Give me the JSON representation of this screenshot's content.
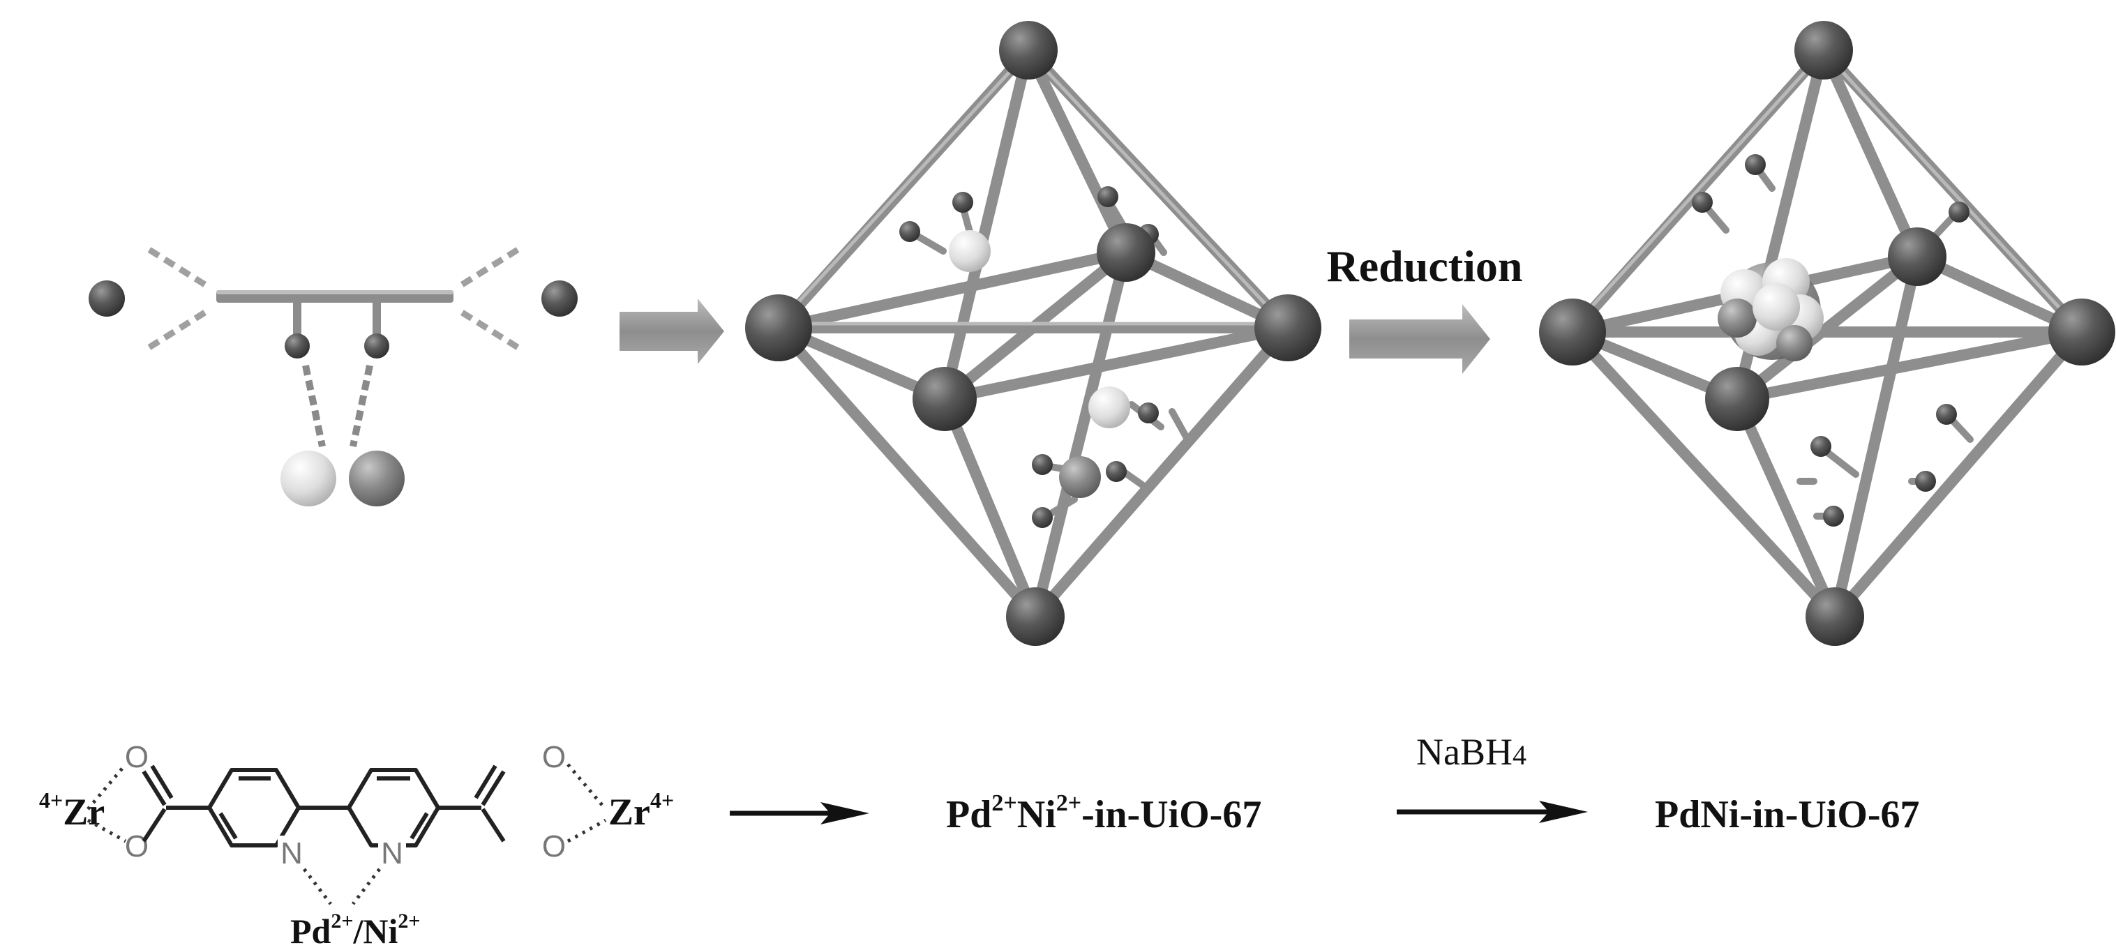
{
  "colors": {
    "rod": "#8c8c8c",
    "rod_light": "#b8b8b8",
    "node_dark": "#4e4e4e",
    "node_mid": "#7a7a7a",
    "ion_light": "#dcdcdc",
    "arrow_fill": "#9a9a9a",
    "text": "#111111",
    "hetero_atom": "#777777"
  },
  "scheme_top": {
    "step1_arrow": "right-arrow-icon",
    "reduction_label": "Reduction"
  },
  "scheme_bottom": {
    "left_zr": {
      "charge": "4+",
      "element": "Zr"
    },
    "right_zr": {
      "element": "Zr",
      "charge": "4+"
    },
    "oxygen": "O",
    "nitrogen": "N",
    "coord_metals": {
      "pd": "Pd",
      "pd_charge": "2+",
      "sep": "/",
      "ni": "Ni",
      "ni_charge": "2+"
    },
    "product1": {
      "pd": "Pd",
      "pd_charge": "2+",
      "ni": "Ni",
      "ni_charge": "2+",
      "suffix": "-in-UiO-67"
    },
    "reagent": {
      "main": "NaBH",
      "sub": "4"
    },
    "product2": "PdNi-in-UiO-67"
  }
}
